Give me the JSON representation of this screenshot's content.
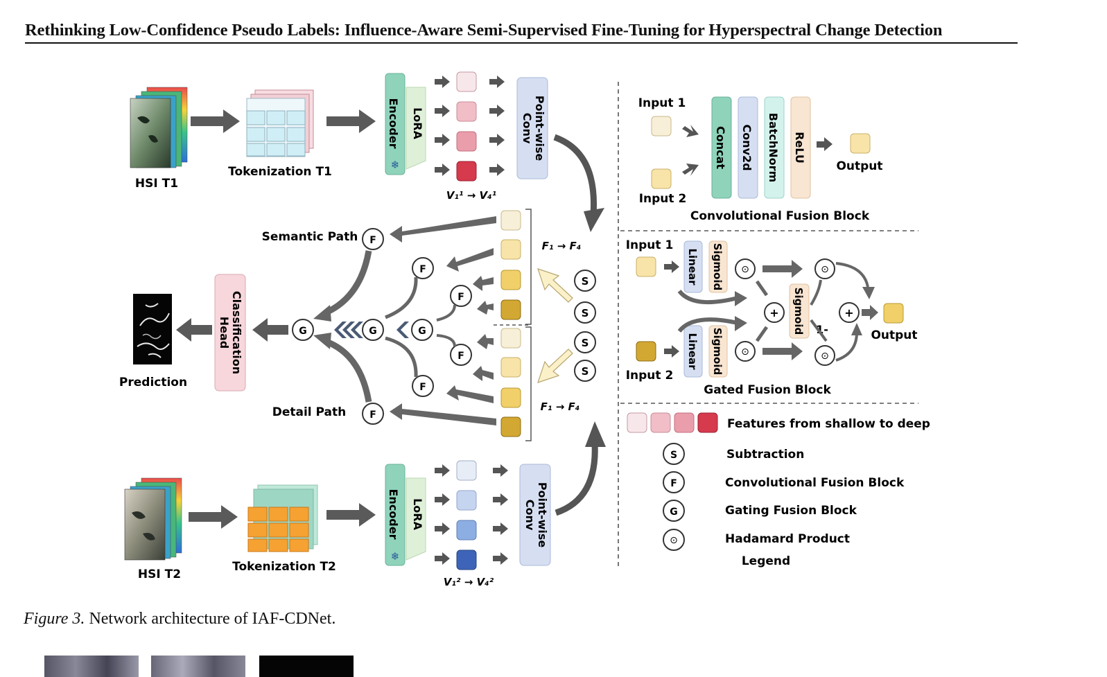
{
  "header": {
    "title": "Rethinking Low-Confidence Pseudo Labels: Influence-Aware Semi-Supervised Fine-Tuning for Hyperspectral Change Detection"
  },
  "caption": {
    "label": "Figure 3.",
    "text": "Network architecture of IAF-CDNet."
  },
  "figure": {
    "hsi_t1": "HSI T1",
    "hsi_t2": "HSI T2",
    "tokenization_t1": "Tokenization T1",
    "tokenization_t2": "Tokenization T2",
    "encoder": "Encoder",
    "lora": "LoRA",
    "pointwise_line1": "Point-wise",
    "pointwise_line2": "Conv",
    "v_t1": "V₁¹ → V₄¹",
    "v_t2": "V₁² → V₄²",
    "f_range": "F₁ → F₄",
    "semantic_path": "Semantic Path",
    "detail_path": "Detail Path",
    "prediction": "Prediction",
    "cls_head_line1": "Classification",
    "cls_head_line2": "Head",
    "sym_f": "F",
    "sym_g": "G",
    "sym_s": "S",
    "sym_h": "⊙",
    "sym_plus": "+",
    "one_minus": "1-",
    "input1": "Input 1",
    "input2": "Input 2",
    "output": "Output",
    "concat": "Concat",
    "conv2d": "Conv2d",
    "batchnorm": "BatchNorm",
    "relu": "ReLU",
    "conv_fusion_block": "Convolutional Fusion Block",
    "linear": "Linear",
    "sigmoid": "Sigmoid",
    "gated_fusion_block": "Gated Fusion Block",
    "legend_features": "Features from shallow to deep",
    "legend_subtraction": "Subtraction",
    "legend_conv_fusion": "Convolutional Fusion Block",
    "legend_gating": "Gating Fusion Block",
    "legend_hadamard": "Hadamard Product",
    "legend_title": "Legend"
  }
}
